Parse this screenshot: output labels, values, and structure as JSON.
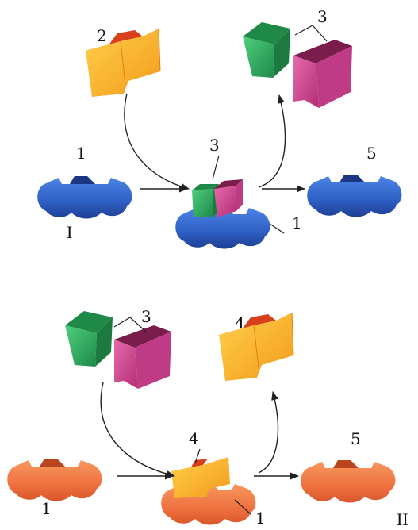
{
  "panel_I": {
    "roman": "I",
    "label_substrate": "2",
    "label_enzyme_left": "1",
    "label_complex": "3",
    "label_complex_enzyme": "1",
    "label_products": "3",
    "label_enzyme_right": "5"
  },
  "panel_II": {
    "roman": "II",
    "label_substrates": "3",
    "label_product": "4",
    "label_enzyme_left": "1",
    "label_complex": "4",
    "label_complex_enzyme": "1",
    "label_enzyme_right": "5"
  },
  "colors": {
    "enzyme_blue": "#2f5fc4",
    "enzyme_orange": "#f0733e",
    "substrate_yellow": "#f7b62a",
    "block_green": "#2fae63",
    "block_magenta": "#d1458f"
  }
}
